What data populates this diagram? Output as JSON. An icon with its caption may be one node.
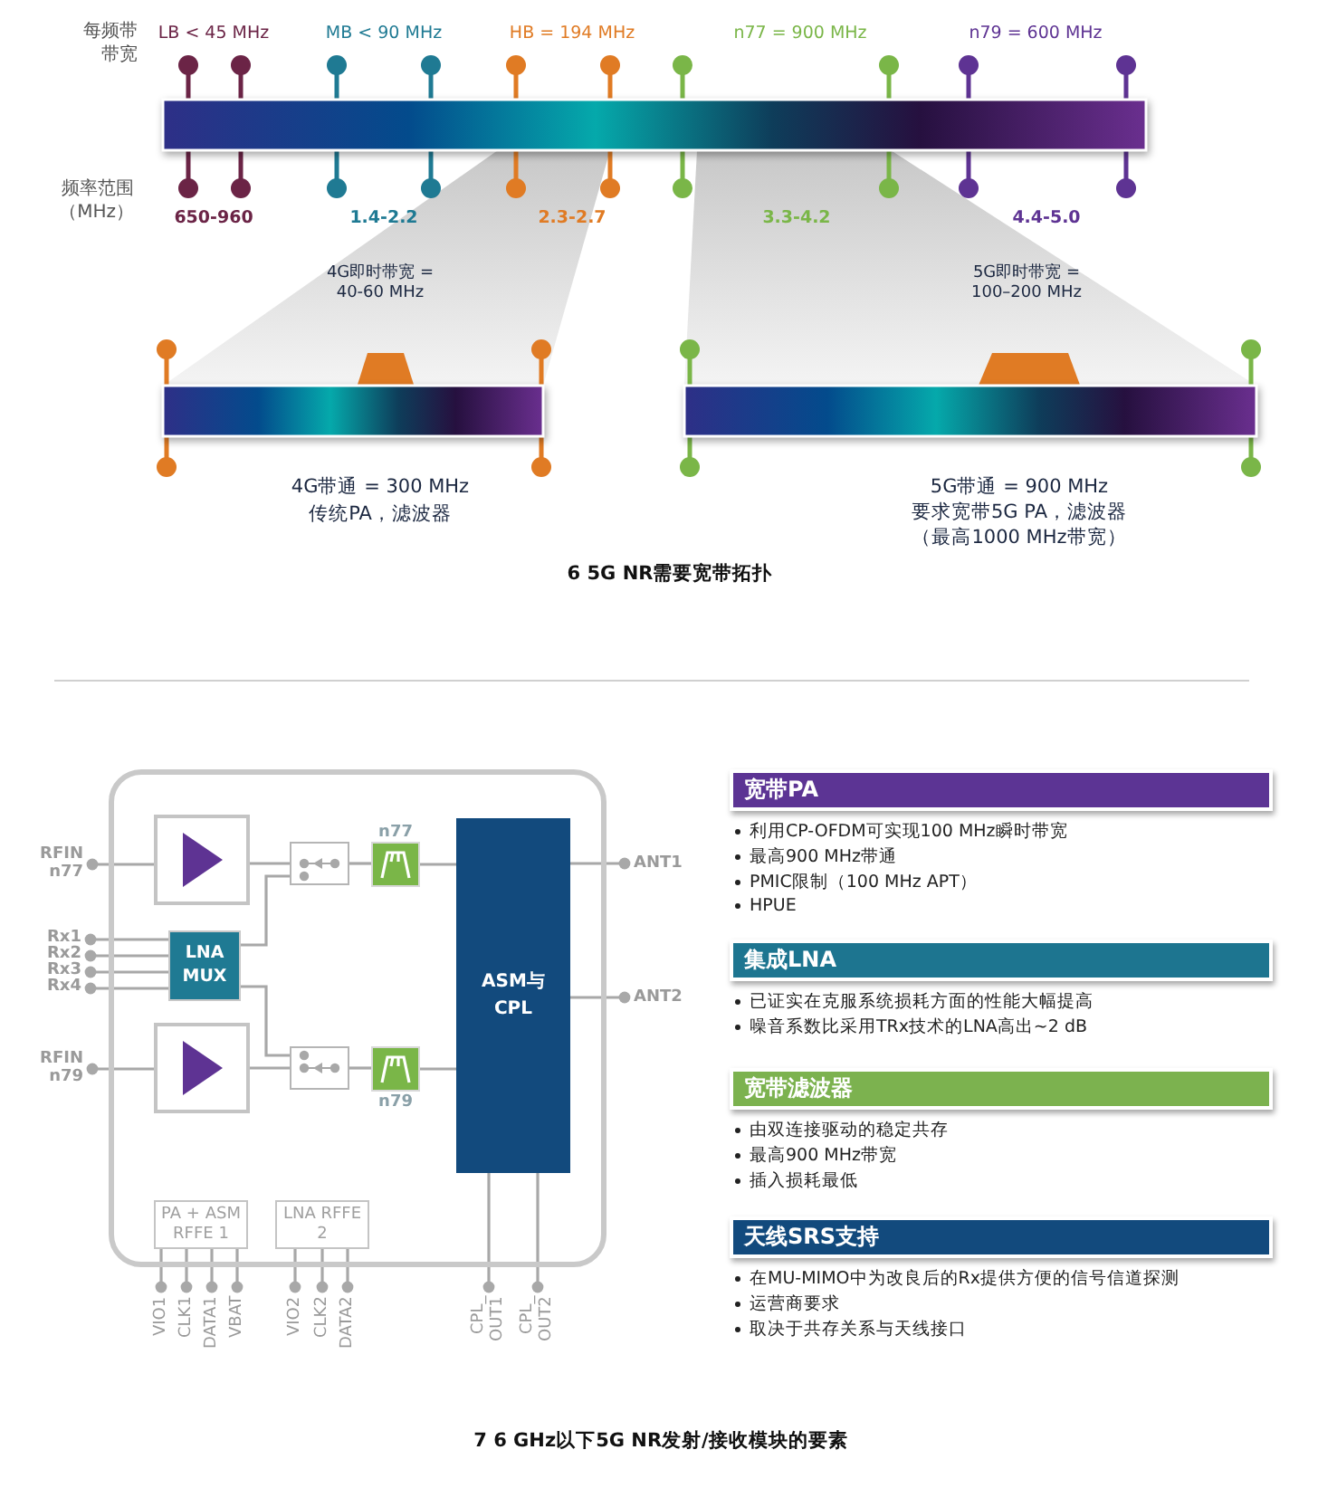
{
  "diagram": {
    "nodes": [
      {
        "text": [],
        "shape": "box"
      },
      {
        "text": [],
        "shape": "box",
        "in": 0
      },
      {
        "text": [],
        "shape": "box",
        "in": 0
      },
      {
        "text": [],
        "shape": "box",
        "in": 0,
        "beside": [
          "n77"
        ]
      },
      {
        "text": [
          "LNA MUX"
        ],
        "in": 0
      },
      {
        "text": [],
        "shape": "box",
        "in": 0
      },
      {
        "text": [],
        "shape": "box",
        "in": 0
      },
      {
        "text": [],
        "shape": "box",
        "in": 0,
        "beside": [
          "n79"
        ]
      },
      {
        "text": [
          "ASM与CPL"
        ],
        "in": 0
      },
      {
        "text": [
          "PA + ASM RFFE 1"
        ],
        "in": 0
      },
      {
        "text": [
          "LNA RFFE 2"
        ],
        "in": 0
      },
      {
        "text": [
          "RFIN n77"
        ]
      },
      {
        "text": [
          "Rx1"
        ]
      },
      {
        "text": [
          "Rx2"
        ]
      },
      {
        "text": [
          "Rx3"
        ]
      },
      {
        "text": [
          "Rx4"
        ]
      },
      {
        "text": [
          "RFIN n79"
        ]
      },
      {
        "text": [
          "ANT1"
        ]
      },
      {
        "text": [
          "ANT2"
        ]
      },
      {
        "text": [
          "VIO1"
        ]
      },
      {
        "text": [
          "CLK1"
        ]
      },
      {
        "text": [
          "DATA1"
        ]
      },
      {
        "text": [
          "VBAT"
        ]
      },
      {
        "text": [
          "VIO2"
        ]
      },
      {
        "text": [
          "CLK2"
        ]
      },
      {
        "text": [
          "DATA2"
        ]
      },
      {
        "text": [
          "CPL_ OUT1"
        ]
      },
      {
        "text": [
          "CPL_ OUT2"
        ]
      },
      {
        "text": [
          "宽带PA"
        ],
        "beside": [
          "利用CP-OFDM可实现100 MHz瞬时带宽",
          "最高900 MHz带通",
          "PMIC限制（100 MHz APT）",
          "HPUE"
        ]
      },
      {
        "text": [
          "集成LNA"
        ],
        "beside": [
          "已证实在克服系统损耗方面的性能大幅提高",
          "噪音系数比采用TRx技术的LNA高出~2 dB"
        ]
      },
      {
        "text": [
          "宽带滤波器"
        ],
        "beside": [
          "由双连接驱动的稳定共存",
          "最高900 MHz带宽",
          "插入损耗最低"
        ]
      },
      {
        "text": [
          "天线SRS支持"
        ],
        "beside": [
          "在MU-MIMO中为改良后的Rx提供方便的信号信道探测",
          "运营商要求",
          "取决于共存关系与天线接口"
        ]
      }
    ],
    "edges": [
      {
        "from": 11,
        "to": 1,
        "arrow": "other"
      },
      {
        "from": 1,
        "to": 2,
        "arrow": "none"
      },
      {
        "from": 2,
        "to": 3,
        "arrow": "none"
      },
      {
        "from": 3,
        "to": 8,
        "arrow": "none"
      },
      {
        "from": 4,
        "to": 2,
        "arrow": "none"
      },
      {
        "from": 4,
        "to": 6,
        "arrow": "none"
      },
      {
        "from": 12,
        "to": 4,
        "arrow": "other"
      },
      {
        "from": 13,
        "to": 4,
        "arrow": "other"
      },
      {
        "from": 14,
        "to": 4,
        "arrow": "other"
      },
      {
        "from": 15,
        "to": 4,
        "arrow": "other"
      },
      {
        "from": 16,
        "to": 5,
        "arrow": "other"
      },
      {
        "from": 5,
        "to": 6,
        "arrow": "none"
      },
      {
        "from": 6,
        "to": 7,
        "arrow": "none"
      },
      {
        "from": 7,
        "to": 8,
        "arrow": "none"
      },
      {
        "from": 17,
        "to": 8,
        "arrow": "other"
      },
      {
        "from": 18,
        "to": 8,
        "arrow": "other"
      },
      {
        "from": 19,
        "to": 9,
        "arrow": "other"
      },
      {
        "from": 20,
        "to": 9,
        "arrow": "other"
      },
      {
        "from": 21,
        "to": 9,
        "arrow": "other"
      },
      {
        "from": 22,
        "to": 9,
        "arrow": "other"
      },
      {
        "from": 23,
        "to": 10,
        "arrow": "other"
      },
      {
        "from": 24,
        "to": 10,
        "arrow": "other"
      },
      {
        "from": 25,
        "to": 10,
        "arrow": "other"
      },
      {
        "from": 26,
        "to": 8,
        "arrow": "other"
      },
      {
        "from": 27,
        "to": 8,
        "arrow": "other"
      }
    ],
    "labels": [
      "每频带带宽",
      "LB < 45 MHz",
      "MB < 90 MHz",
      "HB = 194 MHz",
      "n77 = 900 MHz",
      "n79 = 600 MHz",
      "频率范围（MHz）",
      "650-960",
      "1.4-2.2",
      "2.3-2.7",
      "3.3-4.2",
      "4.4-5.0",
      "4G即时带宽 = 40-60 MHz",
      "5G即时带宽 = 100–200 MHz",
      "4G带通 = 300 MHz",
      "传统PA，滤波器",
      "5G带通 = 900 MHz",
      "要求宽带5G PA，滤波器",
      "（最高1000 MHz带宽）",
      "6 5G NR需要宽带拓扑",
      "7 6 GHz以下5G NR发射/接收模块的要素"
    ]
  }
}
